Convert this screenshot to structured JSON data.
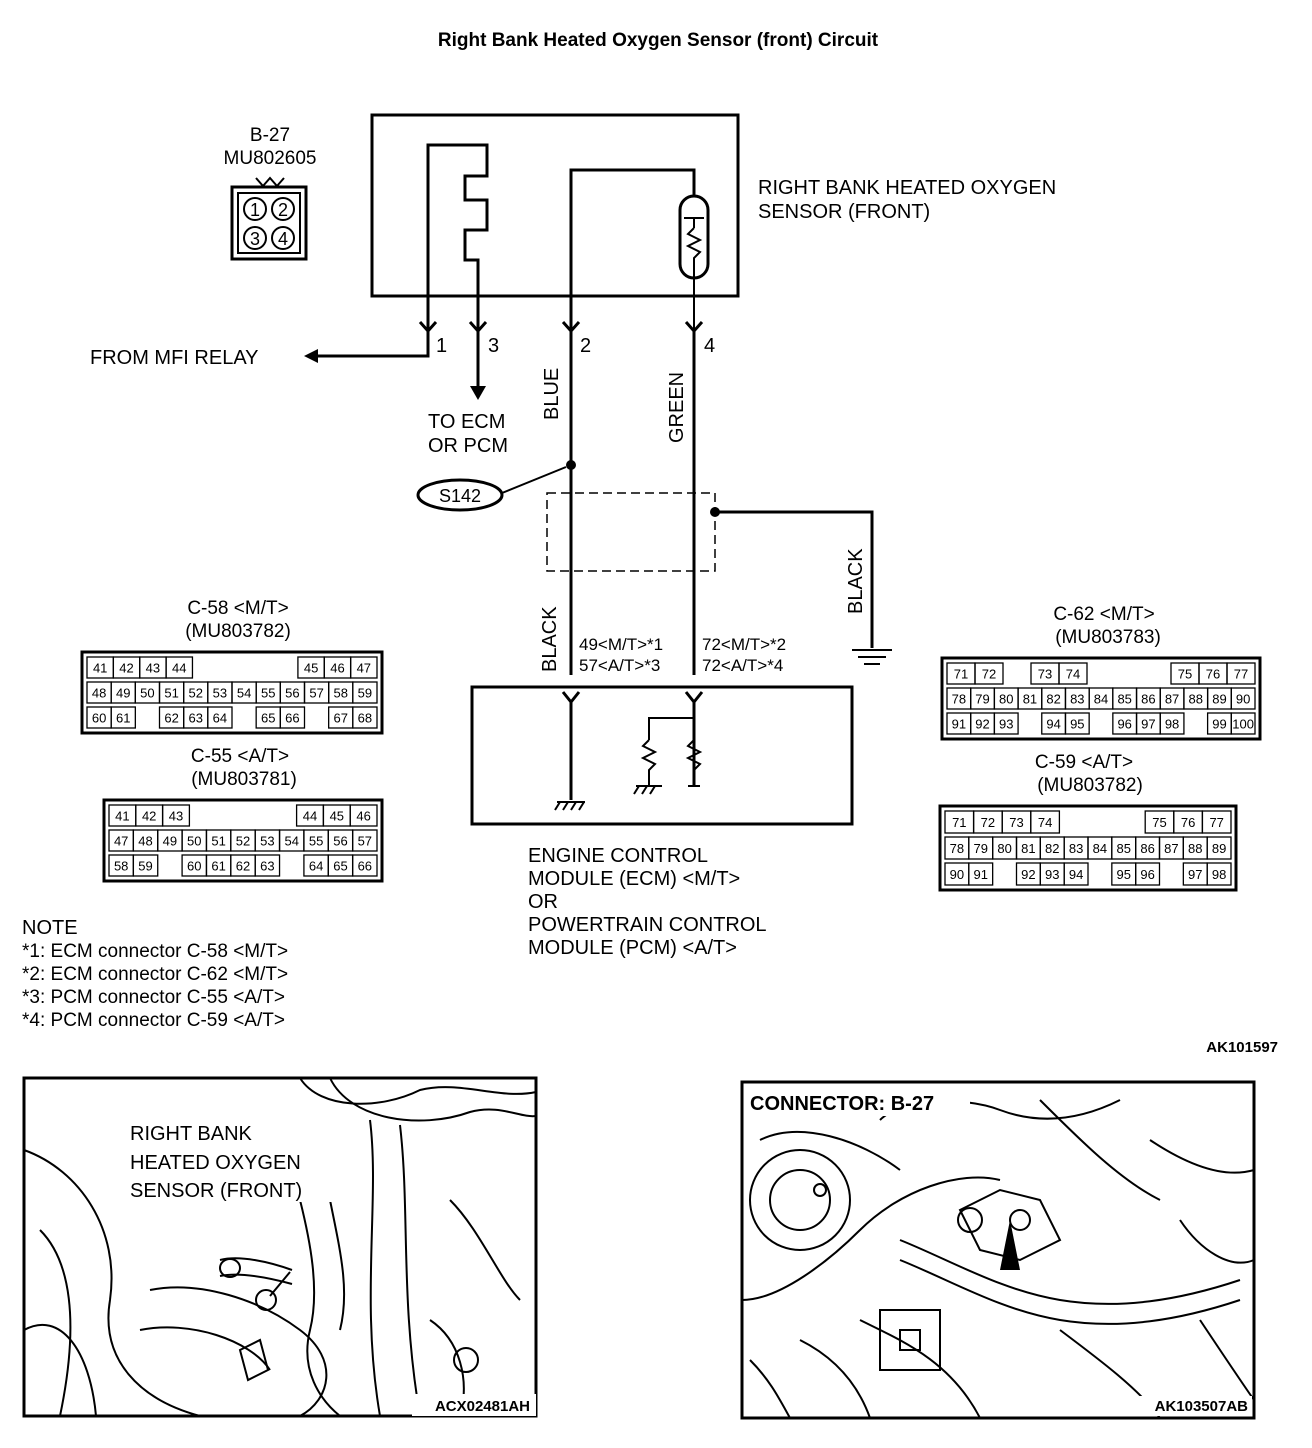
{
  "title": "Right Bank Heated Oxygen Sensor (front) Circuit",
  "b27": {
    "id": "B-27",
    "part": "MU802605",
    "pins": [
      "1",
      "2",
      "3",
      "4"
    ]
  },
  "sensor_label": [
    "RIGHT BANK HEATED OXYGEN",
    "SENSOR (FRONT)"
  ],
  "pins": {
    "p1": "1",
    "p3": "3",
    "p2": "2",
    "p4": "4"
  },
  "from_mfi": "FROM MFI RELAY",
  "to_ecm": [
    "TO ECM",
    "OR PCM"
  ],
  "wires": {
    "blue": "BLUE",
    "green": "GREEN",
    "black_left": "BLACK",
    "black_right": "BLACK"
  },
  "splice": "S142",
  "ecm_pins": {
    "l1": "49<M/T>*1",
    "l2": "57<A/T>*3",
    "r1": "72<M/T>*2",
    "r2": "72<A/T>*4"
  },
  "module_label": [
    "ENGINE CONTROL",
    "MODULE (ECM) <M/T>",
    "OR",
    "POWERTRAIN CONTROL",
    "MODULE (PCM) <A/T>"
  ],
  "connectors": {
    "c58": {
      "title": "C-58 <M/T>",
      "part": "(MU803782)",
      "rows": [
        [
          "41",
          "42",
          "43",
          "44",
          "",
          "",
          "",
          "",
          "45",
          "46",
          "47"
        ],
        [
          "48",
          "49",
          "50",
          "51",
          "52",
          "53",
          "54",
          "55",
          "56",
          "57",
          "58",
          "59"
        ],
        [
          "60",
          "61",
          "",
          "62",
          "63",
          "64",
          "",
          "65",
          "66",
          "",
          "67",
          "68"
        ]
      ]
    },
    "c55": {
      "title": "C-55 <A/T>",
      "part": "(MU803781)",
      "rows": [
        [
          "41",
          "42",
          "43",
          "",
          "",
          "",
          "",
          "44",
          "45",
          "46"
        ],
        [
          "47",
          "48",
          "49",
          "50",
          "51",
          "52",
          "53",
          "54",
          "55",
          "56",
          "57"
        ],
        [
          "58",
          "59",
          "",
          "60",
          "61",
          "62",
          "63",
          "",
          "64",
          "65",
          "66"
        ]
      ]
    },
    "c62": {
      "title": "C-62 <M/T>",
      "part": "(MU803783)",
      "rows": [
        [
          "71",
          "72",
          "",
          "73",
          "74",
          "",
          "",
          "",
          "75",
          "76",
          "77"
        ],
        [
          "78",
          "79",
          "80",
          "81",
          "82",
          "83",
          "84",
          "85",
          "86",
          "87",
          "88",
          "89",
          "90"
        ],
        [
          "91",
          "92",
          "93",
          "",
          "94",
          "95",
          "",
          "96",
          "97",
          "98",
          "",
          "99",
          "100"
        ]
      ]
    },
    "c59": {
      "title": "C-59 <A/T>",
      "part": "(MU803782)",
      "rows": [
        [
          "71",
          "72",
          "73",
          "74",
          "",
          "",
          "",
          "75",
          "76",
          "77"
        ],
        [
          "78",
          "79",
          "80",
          "81",
          "82",
          "83",
          "84",
          "85",
          "86",
          "87",
          "88",
          "89"
        ],
        [
          "90",
          "91",
          "",
          "92",
          "93",
          "94",
          "",
          "95",
          "96",
          "",
          "97",
          "98"
        ]
      ]
    }
  },
  "note": {
    "heading": "NOTE",
    "lines": [
      "*1: ECM connector C-58 <M/T>",
      "*2: ECM connector C-62 <M/T>",
      "*3: PCM connector C-55 <A/T>",
      "*4: PCM connector C-59 <A/T>"
    ]
  },
  "figure_code": "AK101597",
  "photo_left": {
    "label": [
      "RIGHT BANK",
      "HEATED OXYGEN",
      "SENSOR (FRONT)"
    ],
    "code": "ACX02481AH"
  },
  "photo_right": {
    "label": "CONNECTOR: B-27",
    "code": "AK103507AB"
  }
}
